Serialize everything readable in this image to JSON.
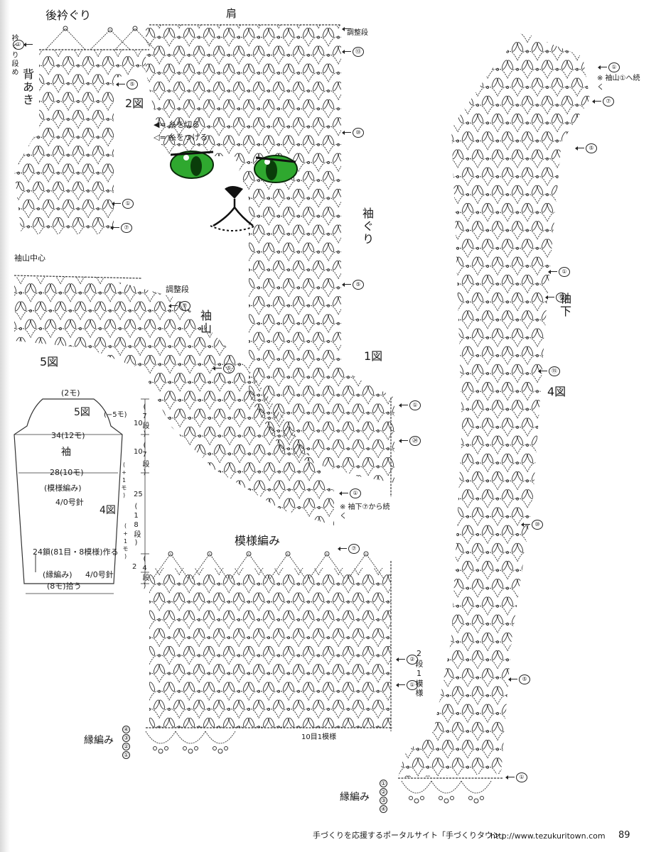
{
  "diagram": {
    "figure_labels": {
      "fig1": "1図",
      "fig2": "2図",
      "fig4": "4図",
      "fig5": "5図"
    },
    "sections": {
      "back_neck": "後衿ぐり",
      "shoulder": "肩",
      "back_opening": "背あき",
      "neck_start": "衿ぐり段め",
      "armhole": "袖ぐり",
      "sleeve_cap": "袖山",
      "sleeve_cap_center": "袖山中心",
      "underarm": "袖下",
      "pattern_stitch": "模様編み",
      "edging": "縁編み",
      "adjust_row": "調整段"
    },
    "legend": {
      "cut_yarn": "= 糸を切る",
      "join_yarn": "= 糸をつける"
    },
    "notes": {
      "cont_from_sleeve_cap": "※ 袖山①へ続く",
      "cont_from_underarm": "※ 袖下⑦から続く",
      "two_rows_one_pattern": "2段1模様",
      "ten_st_one_pattern": "10目1模様"
    },
    "schematic": {
      "title": "5図",
      "fig4": "4図",
      "sleeve": "袖",
      "top_width": "(2モ)",
      "cap_dec": "(−5モ)",
      "width_34": "34(12モ)",
      "width_28": "28(10モ)",
      "pattern": "(模様編み)",
      "hook_main": "4/0号針",
      "h_10a": "10",
      "rows_7a": "(7段)",
      "h_10b": "10",
      "rows_7b": "(7段)",
      "inc_1a": "(+1モ)",
      "h_25": "25",
      "rows_18": "(18段)",
      "inc_1b": "(+1モ)",
      "h_2": "2",
      "rows_4": "(4段)",
      "chain_start": "24鎖(81目・8模様)作る",
      "edging": "(縁編み)",
      "hook_edge": "4/0号針",
      "pickup": "(8モ)拾う"
    },
    "row_markers": [
      {
        "id": "m-adjust-top",
        "label": "調整段"
      },
      {
        "id": "m-13",
        "label": "⑬"
      },
      {
        "id": "m-10a",
        "label": "⑩"
      },
      {
        "id": "m-5a",
        "label": "⑤"
      },
      {
        "id": "m-1a",
        "label": "①"
      },
      {
        "id": "m-24",
        "label": "㉔"
      },
      {
        "id": "m-1b",
        "label": "①"
      },
      {
        "id": "m-7a",
        "label": "⑦"
      },
      {
        "id": "m-2p",
        "label": "②"
      },
      {
        "id": "m-1p",
        "label": "①"
      }
    ],
    "sleeve_markers": [
      "①",
      "⑦",
      "⑤",
      "①",
      "⑱",
      "⑮",
      "⑩",
      "⑤",
      "①"
    ],
    "back_markers": [
      "①",
      "⑤",
      "①",
      "⑦"
    ],
    "cap_markers": [
      "⑦",
      "⑤"
    ],
    "edging_rows": [
      "④",
      "③",
      "②",
      "①"
    ],
    "edging_rows_b": [
      "①",
      "②",
      "③",
      "④"
    ]
  },
  "footer": {
    "portal": "手づくりを応援するポータルサイト「手づくりタウン」",
    "url": "http://www.tezukuritown.com",
    "page": "89"
  },
  "colors": {
    "line": "#333333",
    "eye": "#2fa82f",
    "eye_dark": "#0a3d0a"
  }
}
